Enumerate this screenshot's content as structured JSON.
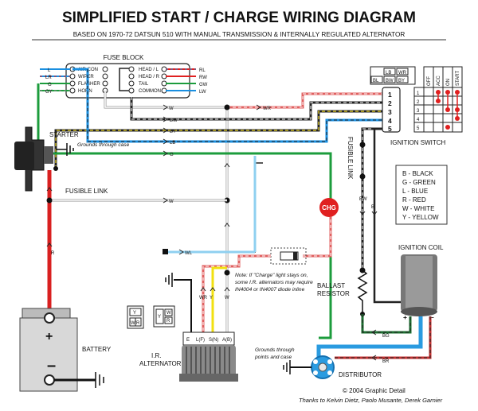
{
  "title": "SIMPLIFIED START / CHARGE WIRING DIAGRAM",
  "subtitle": "BASED ON 1970-72 DATSUN 510 WITH MANUAL TRANSMISSION & INTERNALLY REGULATED ALTERNATOR",
  "fuse_block": {
    "title": "FUSE BLOCK",
    "left_wires": [
      "L",
      "LR",
      "G",
      "GY"
    ],
    "left_fuses": [
      "AIR CON",
      "WIPER",
      "FLASHER",
      "HORN"
    ],
    "right_fuses": [
      "HEAD / L",
      "HEAD / R",
      "TAIL",
      "COMMON"
    ],
    "right_wires": [
      "RL",
      "RW",
      "GW",
      "LW"
    ]
  },
  "wires": {
    "w1": "W",
    "wr": "WR",
    "bw": "BW",
    "by": "BY",
    "lb": "LB",
    "g": "G",
    "w2": "W",
    "wl": "WL",
    "r": "R",
    "wr2": "WR",
    "y": "Y",
    "w_alt": "W",
    "bw2": "BW",
    "b": "B",
    "bg": "BG",
    "br": "BR"
  },
  "starter": {
    "label": "STARTER",
    "ground_note": "Grounds through case"
  },
  "fusible_link_left": "FUSIBLE LINK",
  "fusible_link_right": "FUSIBLE LINK",
  "chg_lamp": "CHG",
  "connector_top": {
    "row1": [
      "LB",
      "WR"
    ],
    "row2": [
      "BL",
      "BW",
      "BY"
    ]
  },
  "ignition_switch": {
    "label": "IGNITION SWITCH",
    "pins": [
      "1",
      "2",
      "3",
      "4",
      "5"
    ],
    "columns": [
      "OFF",
      "ACC",
      "ON",
      "START"
    ]
  },
  "legend": [
    "B - BLACK",
    "G - GREEN",
    "L - BLUE",
    "R - RED",
    "W - WHITE",
    "Y - YELLOW"
  ],
  "note": [
    "Note: If \"Charge\" light stays on,",
    "some I.R. alternators may require",
    "IN4004 or IN4007 diode inline"
  ],
  "ballast_resistor": [
    "BALLAST",
    "RESISTOR"
  ],
  "ignition_coil": "IGNITION COIL",
  "battery": "BATTERY",
  "alternator": {
    "label": [
      "I.R.",
      "ALTERNATOR"
    ],
    "terminals": [
      "E",
      "L(F)",
      "S(N)",
      "A(B)"
    ]
  },
  "plug_a": [
    "Y",
    "W",
    "R"
  ],
  "plug_b": [
    "Y",
    "W",
    "R"
  ],
  "distributor": "DISTRIBUTOR",
  "distributor_ground": [
    "Grounds through",
    "points and case"
  ],
  "copyright": "© 2004  Graphic Detail",
  "credits": "Thanks to Kelvin Dietz, Paolo Musante, Derek Garnier"
}
